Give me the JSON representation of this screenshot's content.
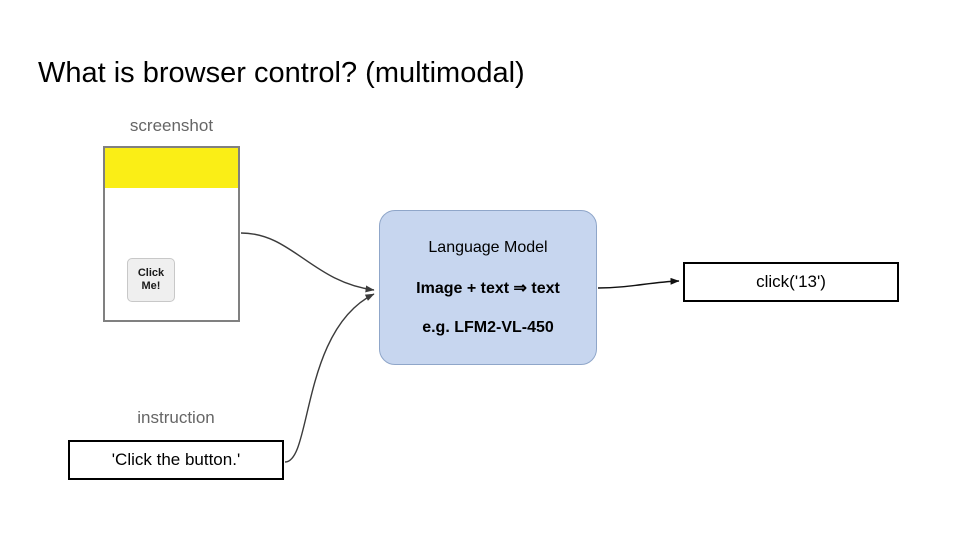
{
  "slide": {
    "title": "What is browser control? (multimodal)",
    "background_color": "#ffffff"
  },
  "screenshot_node": {
    "label": "screenshot",
    "label_color": "#666666",
    "frame_border_color": "#808080",
    "banner_color": "#faee16",
    "button": {
      "line1": "Click",
      "line2": "Me!",
      "background_color": "#efefef"
    }
  },
  "instruction_node": {
    "label": "instruction",
    "label_color": "#666666",
    "value": "'Click the button.'",
    "border_color": "#000000"
  },
  "language_model_node": {
    "title": "Language Model",
    "formula": "Image + text ⇒ text",
    "example": "e.g. LFM2-VL-450",
    "fill_color": "#c7d6ef",
    "border_color": "#8fa6c9"
  },
  "output_node": {
    "value": "click('13')",
    "border_color": "#000000"
  },
  "connectors": [
    {
      "name": "screenshot-to-model",
      "from": "screenshot_node",
      "to": "language_model_node"
    },
    {
      "name": "instruction-to-model",
      "from": "instruction_node",
      "to": "language_model_node"
    },
    {
      "name": "model-to-output",
      "from": "language_model_node",
      "to": "output_node"
    }
  ]
}
